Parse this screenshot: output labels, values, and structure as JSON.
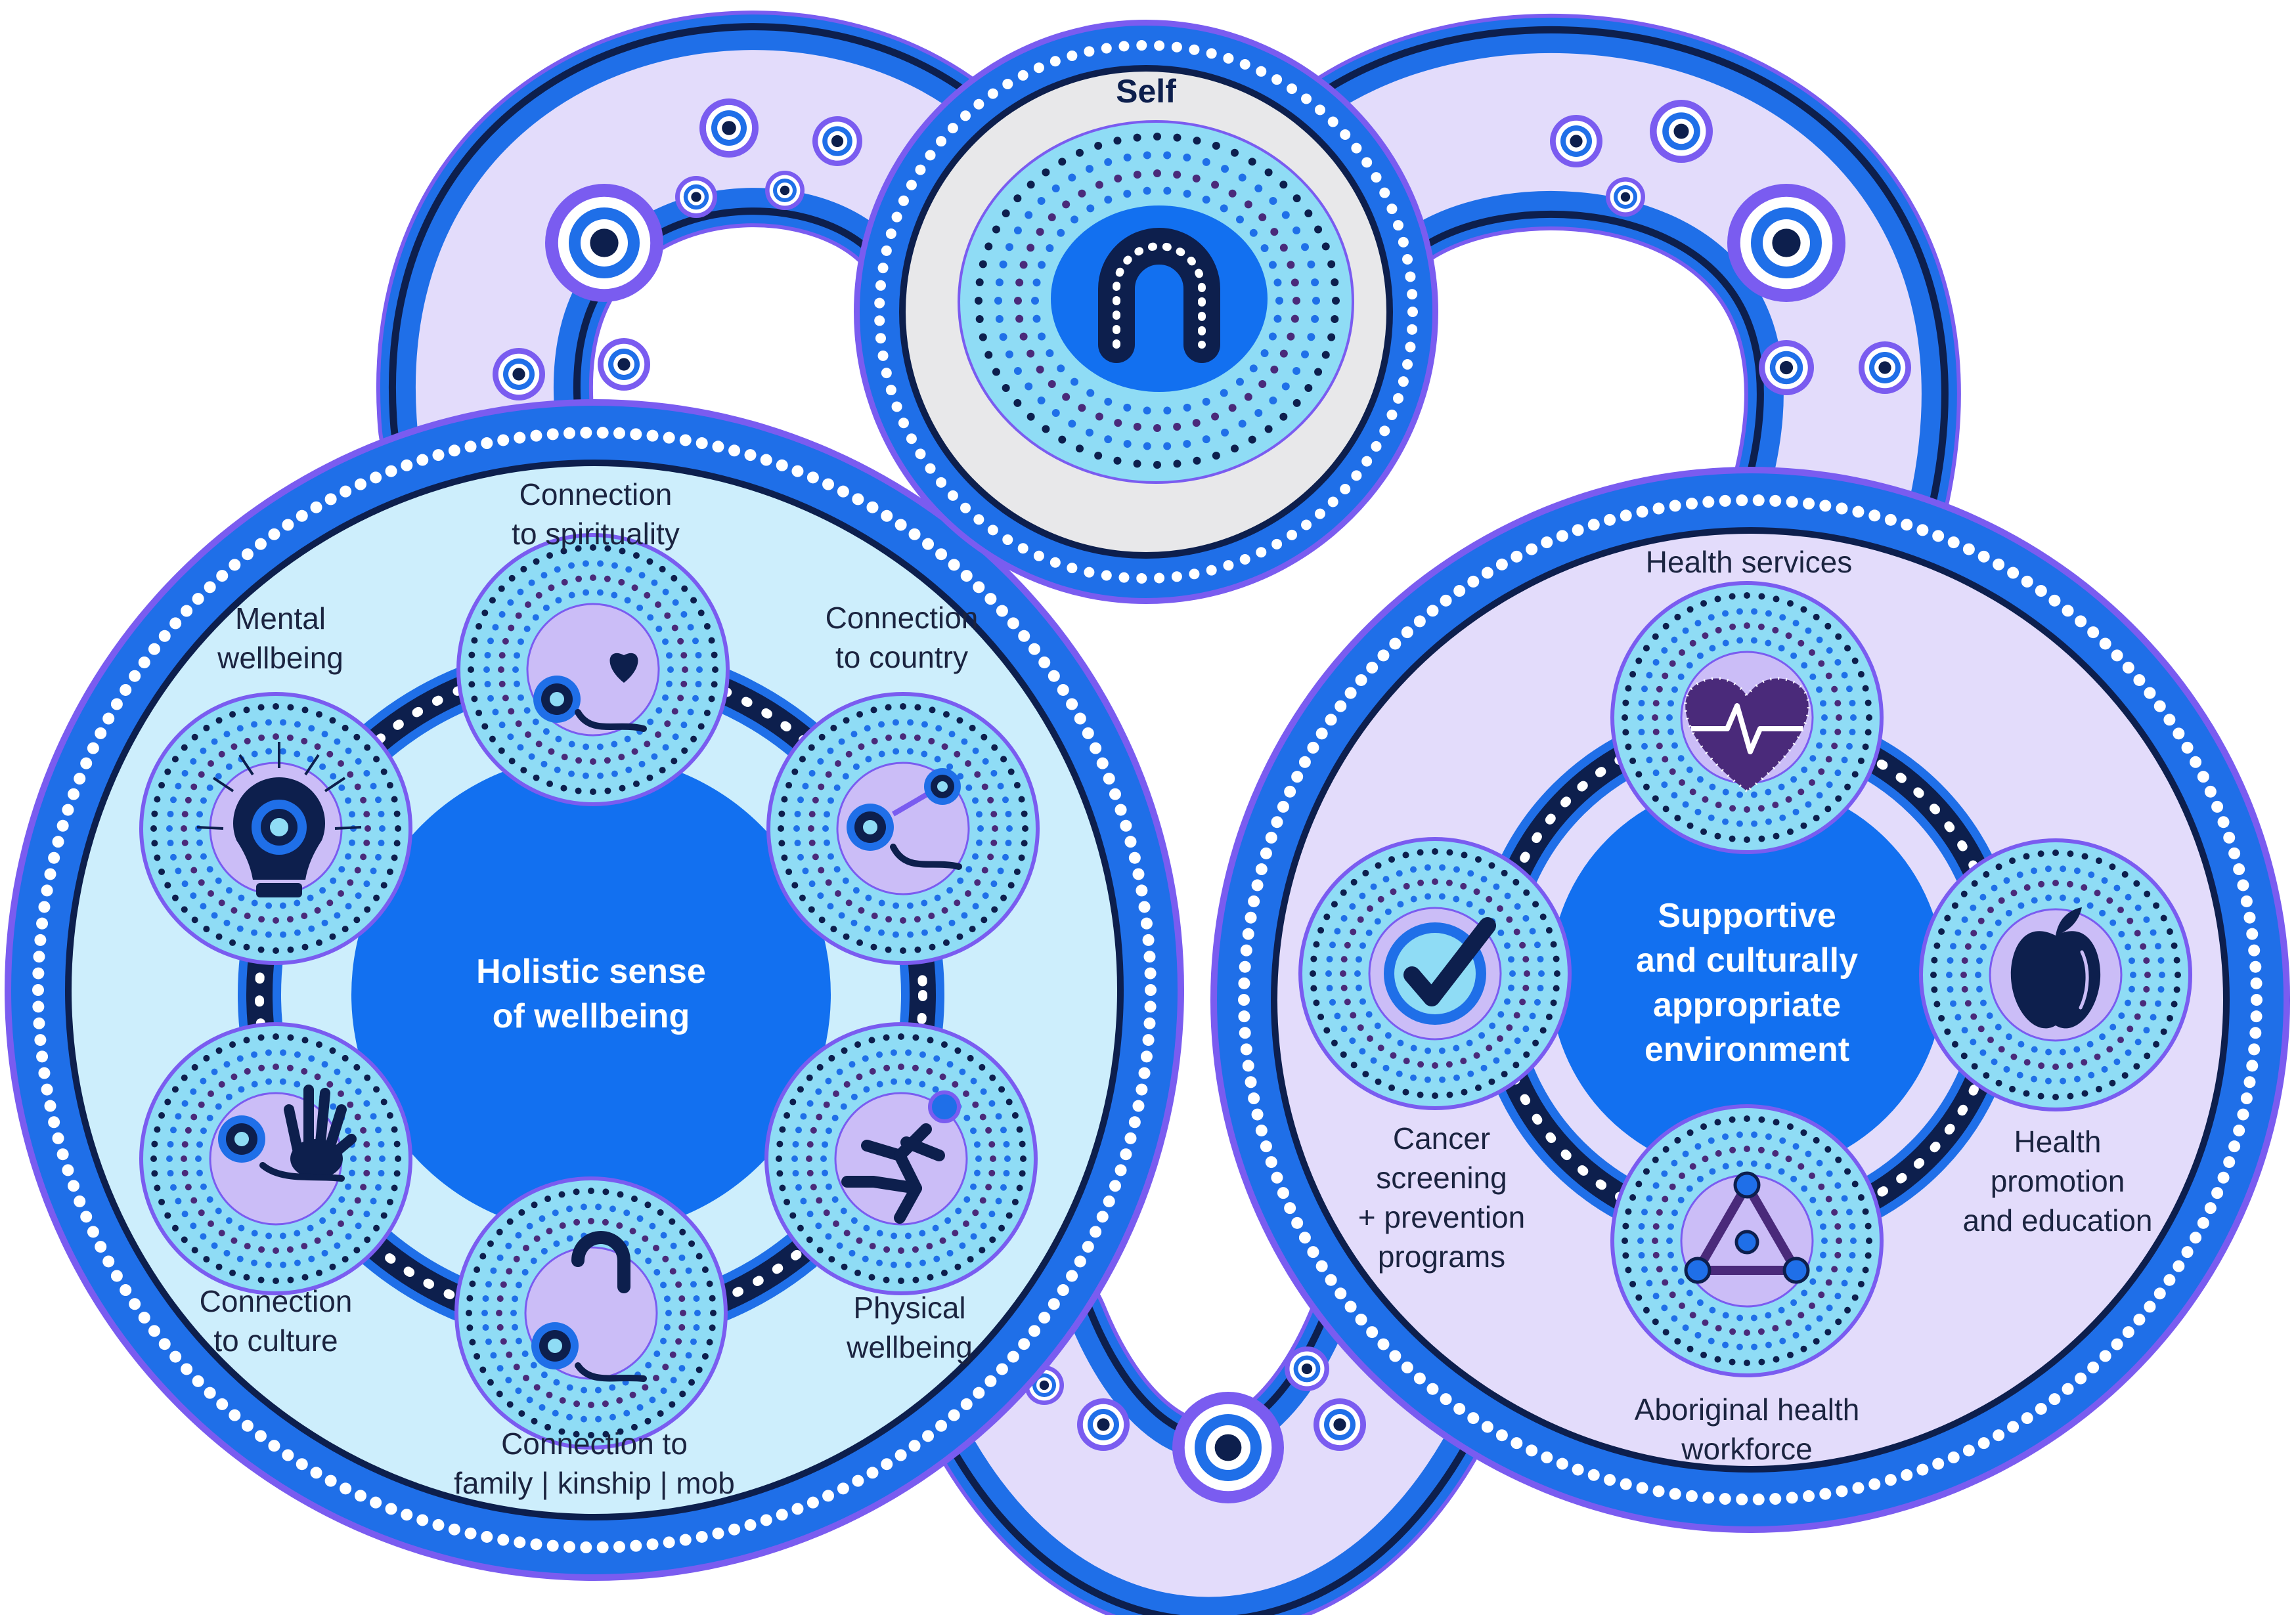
{
  "self": {
    "title": "Self"
  },
  "wellbeing": {
    "hub_line1": "Holistic sense",
    "hub_line2": "of wellbeing",
    "nodes": [
      {
        "id": "spirituality",
        "icon": "heart-icon",
        "l1": "Connection",
        "l2": "to spirituality"
      },
      {
        "id": "country",
        "icon": "linked-circles-icon",
        "l1": "Connection",
        "l2": "to country"
      },
      {
        "id": "physical",
        "icon": "running-person-icon",
        "l1": "Physical",
        "l2": "wellbeing"
      },
      {
        "id": "family",
        "icon": "u-shape-icon",
        "l1": "Connection to",
        "l2": "family | kinship | mob"
      },
      {
        "id": "culture",
        "icon": "hand-icon",
        "l1": "Connection",
        "l2": "to culture"
      },
      {
        "id": "mental",
        "icon": "lightbulb-icon",
        "l1": "Mental",
        "l2": "wellbeing"
      }
    ]
  },
  "environment": {
    "hub_line1": "Supportive",
    "hub_line2": "and culturally",
    "hub_line3": "appropriate",
    "hub_line4": "environment",
    "nodes": [
      {
        "id": "health-services",
        "icon": "heartbeat-heart-icon",
        "l1": "Health services"
      },
      {
        "id": "promotion",
        "icon": "apple-icon",
        "l1": "Health",
        "l2": "promotion",
        "l3": "and education"
      },
      {
        "id": "workforce",
        "icon": "triangle-network-icon",
        "l1": "Aboriginal health",
        "l2": "workforce"
      },
      {
        "id": "screening",
        "icon": "checkmark-icon",
        "l1": "Cancer",
        "l2": "screening",
        "l3": "+ prevention",
        "l4": "programs"
      }
    ]
  },
  "colors": {
    "ring_blue": "#1f6fe8",
    "outline_purple": "#7a5cf0",
    "navy": "#0d1f4d",
    "hub_blue": "#1270f0",
    "light_blue": "#8fdcf5",
    "pale_blue": "#cdeefc",
    "lavender": "#e3dcfb",
    "violet_light": "#cbbdf7",
    "icon_purple": "#4a2a7a",
    "grey": "#e8e8ea"
  }
}
